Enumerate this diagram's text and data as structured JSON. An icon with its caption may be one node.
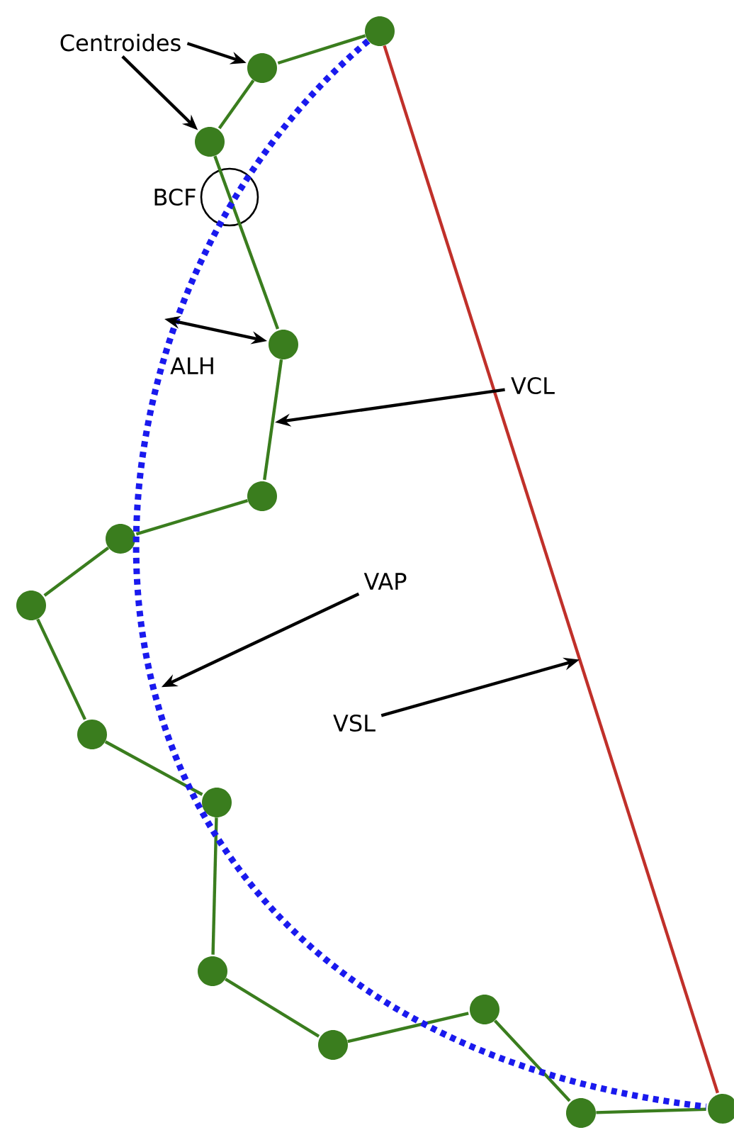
{
  "diagram": {
    "nodes": [
      {
        "text": [
          "Centroides"
        ]
      },
      {
        "text": [
          "BCF"
        ]
      },
      {
        "text": [
          "VCL"
        ]
      },
      {
        "text": [
          "VAP"
        ]
      },
      {
        "text": [
          "VSL"
        ]
      },
      {
        "text": [],
        "shape": "circle"
      },
      {
        "text": [],
        "shape": "circle"
      },
      {
        "text": [],
        "shape": "circle"
      },
      {
        "text": [],
        "shape": "circle"
      },
      {
        "text": [],
        "shape": "circle"
      },
      {
        "text": [],
        "shape": "circle"
      },
      {
        "text": [],
        "shape": "circle"
      },
      {
        "text": [],
        "shape": "circle"
      },
      {
        "text": [],
        "shape": "circle"
      },
      {
        "text": [],
        "shape": "circle"
      },
      {
        "text": [],
        "shape": "circle"
      },
      {
        "text": [],
        "shape": "circle"
      },
      {
        "text": [],
        "shape": "circle"
      },
      {
        "text": [],
        "shape": "circle"
      }
    ],
    "edges": [
      {
        "from": 5,
        "to": 6,
        "arrow": "none"
      },
      {
        "from": 6,
        "to": 7,
        "arrow": "none"
      },
      {
        "from": 7,
        "to": 8,
        "arrow": "none"
      },
      {
        "from": 8,
        "to": 9,
        "arrow": "none"
      },
      {
        "from": 9,
        "to": 10,
        "arrow": "none"
      },
      {
        "from": 10,
        "to": 11,
        "arrow": "none"
      },
      {
        "from": 11,
        "to": 12,
        "arrow": "none"
      },
      {
        "from": 12,
        "to": 13,
        "arrow": "none"
      },
      {
        "from": 13,
        "to": 14,
        "arrow": "none"
      },
      {
        "from": 14,
        "to": 15,
        "arrow": "none"
      },
      {
        "from": 15,
        "to": 16,
        "arrow": "none"
      },
      {
        "from": 16,
        "to": 17,
        "arrow": "none"
      },
      {
        "from": 17,
        "to": 18,
        "arrow": "none"
      },
      {
        "from": 5,
        "to": 18,
        "arrow": "none",
        "color": "#c0302a"
      },
      {
        "from": 5,
        "to": 18,
        "arrow": "none",
        "style": "dashed",
        "color": "#1a1aee"
      },
      {
        "from": 0,
        "to": 6,
        "arrow": "to",
        "color": "#000000"
      },
      {
        "from": 0,
        "to": 7,
        "arrow": "to",
        "color": "#000000"
      },
      {
        "from": null,
        "to": 8,
        "arrow": "both",
        "label": "ALH",
        "color": "#000000"
      },
      {
        "from": 2,
        "to": null,
        "arrow": "to",
        "color": "#000000"
      },
      {
        "from": 3,
        "to": null,
        "arrow": "to",
        "color": "#000000"
      },
      {
        "from": 4,
        "to": null,
        "arrow": "to",
        "color": "#000000"
      }
    ]
  }
}
